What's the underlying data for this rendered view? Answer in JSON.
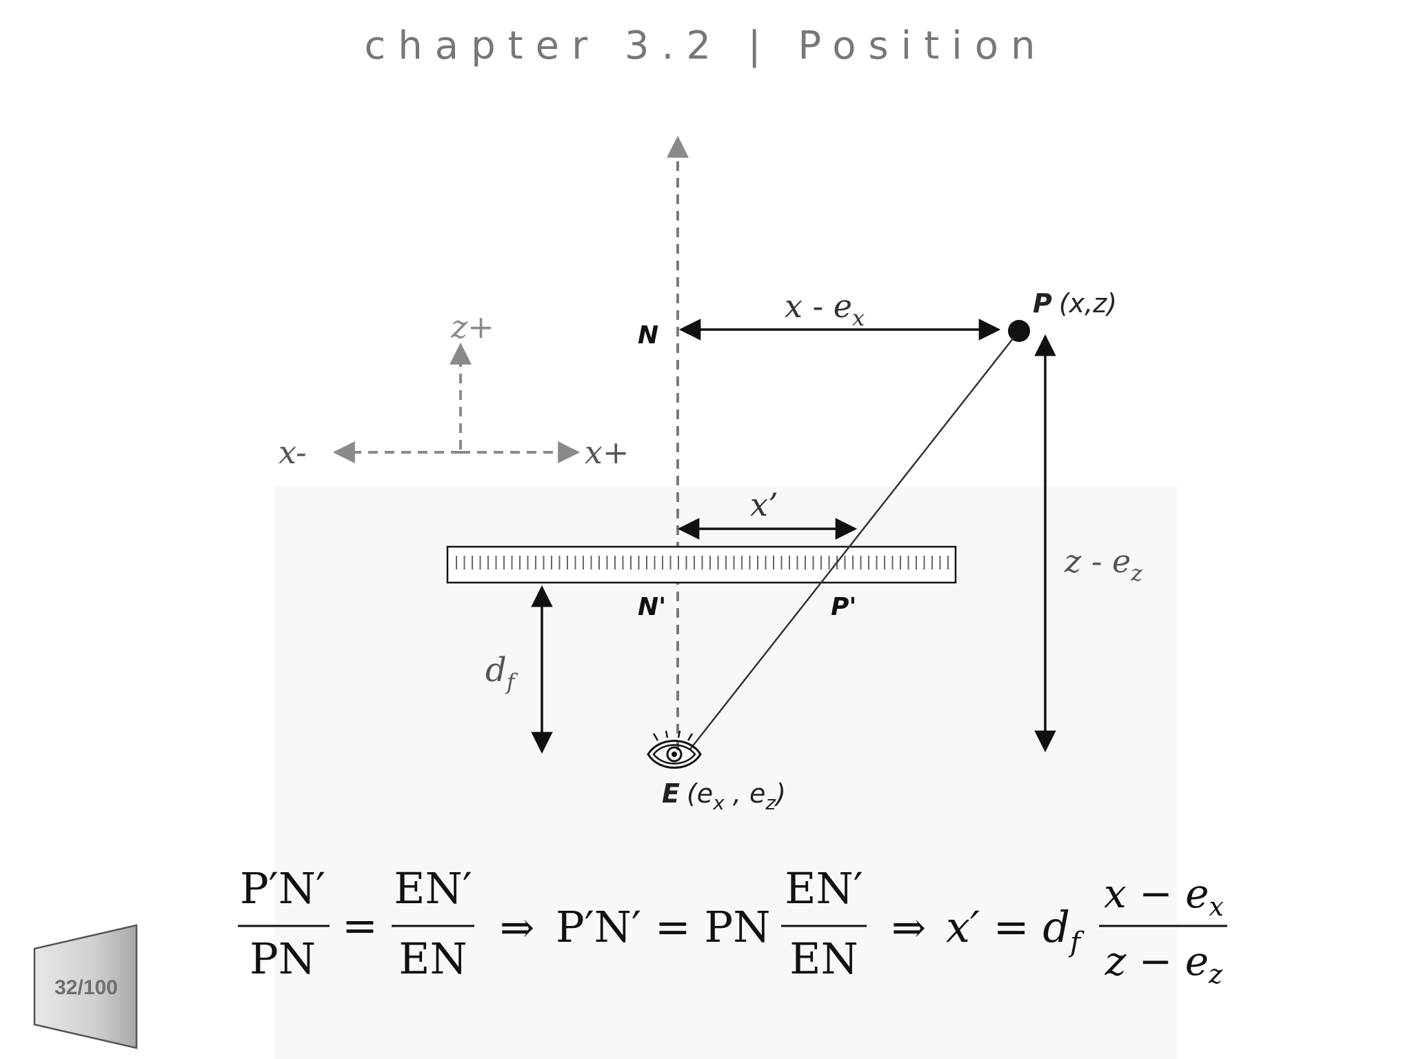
{
  "slide": {
    "title": "chapter 3.2 | Position",
    "page_counter": "32/100"
  },
  "diagram": {
    "axes": {
      "z_plus": "z+",
      "x_minus": "x-",
      "x_plus": "x+"
    },
    "points": {
      "N": "N",
      "P": "P",
      "P_coords": "(x,z)",
      "N_prime": "N'",
      "P_prime": "P'",
      "E": "E"
    },
    "dimension_labels": {
      "x_minus_ex": "x - e",
      "x_minus_ex_sub": "x",
      "x_prime": "x’",
      "z_minus_ez": "z - e",
      "z_minus_ez_sub": "z",
      "df": "d",
      "df_sub": "f",
      "E_coords_open": "(e",
      "E_coords_mid": " , e",
      "E_coords_sub_x": "x",
      "E_coords_sub_z": "z",
      "E_coords_close": ")"
    }
  },
  "formula": {
    "frac1_num": "P′N′",
    "frac1_den": "PN",
    "eq1": "=",
    "frac2_num": "EN′",
    "frac2_den": "EN",
    "implies1": "⇒",
    "mid_lhs": "P′N′ = PN",
    "frac3_num": "EN′",
    "frac3_den": "EN",
    "implies2": "⇒",
    "xprime": "x′ = d",
    "xprime_sub": "f",
    "frac4_num": "x − e",
    "frac4_num_sub": "x",
    "frac4_den": "z − e",
    "frac4_den_sub": "z"
  },
  "colors": {
    "title": "#777777",
    "diagram_black": "#111111",
    "axis_gray": "#8a8a8a",
    "label_gray": "#555555",
    "panel_bg": "#f8f8f8"
  }
}
